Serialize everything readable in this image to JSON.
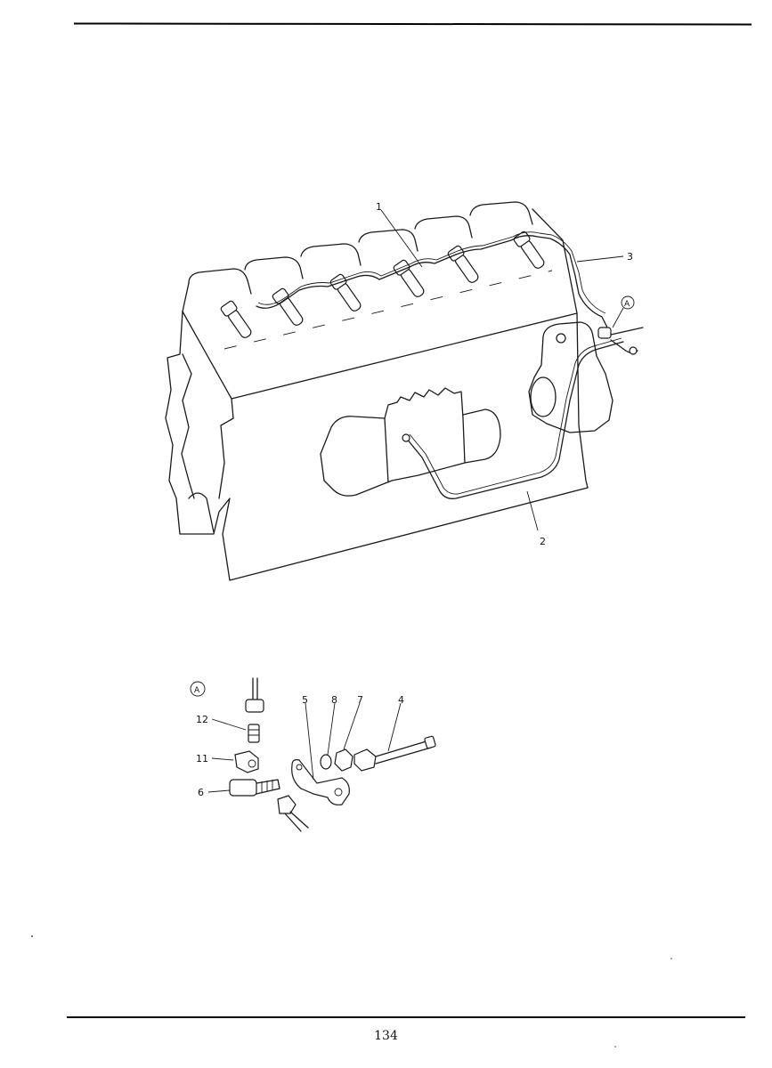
{
  "page": {
    "number": "134"
  },
  "callouts": {
    "main": {
      "c1": "1",
      "c2": "2",
      "c3": "3",
      "cA": "A"
    },
    "detail": {
      "dA": "A",
      "c12": "12",
      "c11": "11",
      "c6": "6",
      "c5": "5",
      "c8": "8",
      "c7": "7",
      "c4": "4"
    }
  }
}
